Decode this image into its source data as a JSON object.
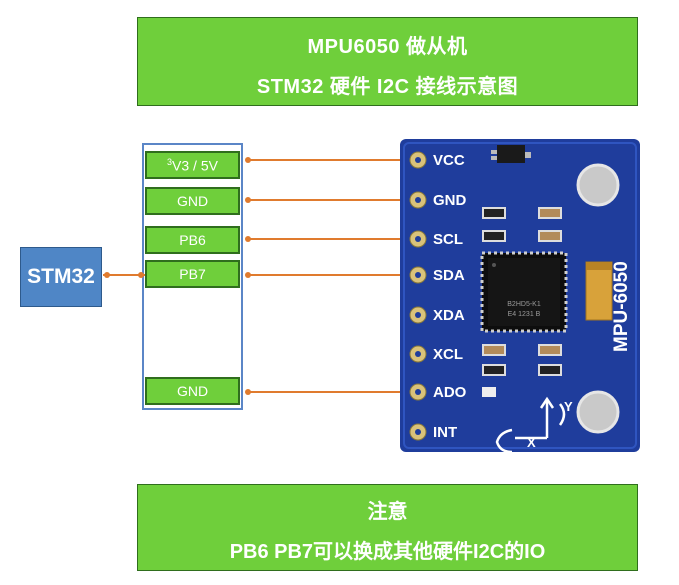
{
  "title": {
    "line1": "MPU6050 做从机",
    "line2": "STM32 硬件 I2C 接线示意图"
  },
  "note": {
    "line1": "注意",
    "line2": "PB6 PB7可以换成其他硬件I2C的IO"
  },
  "mcu": {
    "label": "STM32"
  },
  "header_pins": [
    {
      "label_sup": "3",
      "label": "V3 / 5V"
    },
    {
      "label": "GND"
    },
    {
      "label": "PB6"
    },
    {
      "label": "PB7"
    },
    {
      "label": "GND"
    }
  ],
  "module": {
    "name": "MPU-6050",
    "pins": [
      "VCC",
      "GND",
      "SCL",
      "SDA",
      "XDA",
      "XCL",
      "ADO",
      "INT"
    ],
    "axis_x": "X",
    "axis_y": "Y",
    "chip_marking": [
      "B2HD5-K1",
      "E4 1231 B"
    ]
  },
  "colors": {
    "green": "#6fcf3b",
    "blue": "#4f86c6",
    "wire": "#e07b2e",
    "pcb": "#1f3d9c"
  }
}
